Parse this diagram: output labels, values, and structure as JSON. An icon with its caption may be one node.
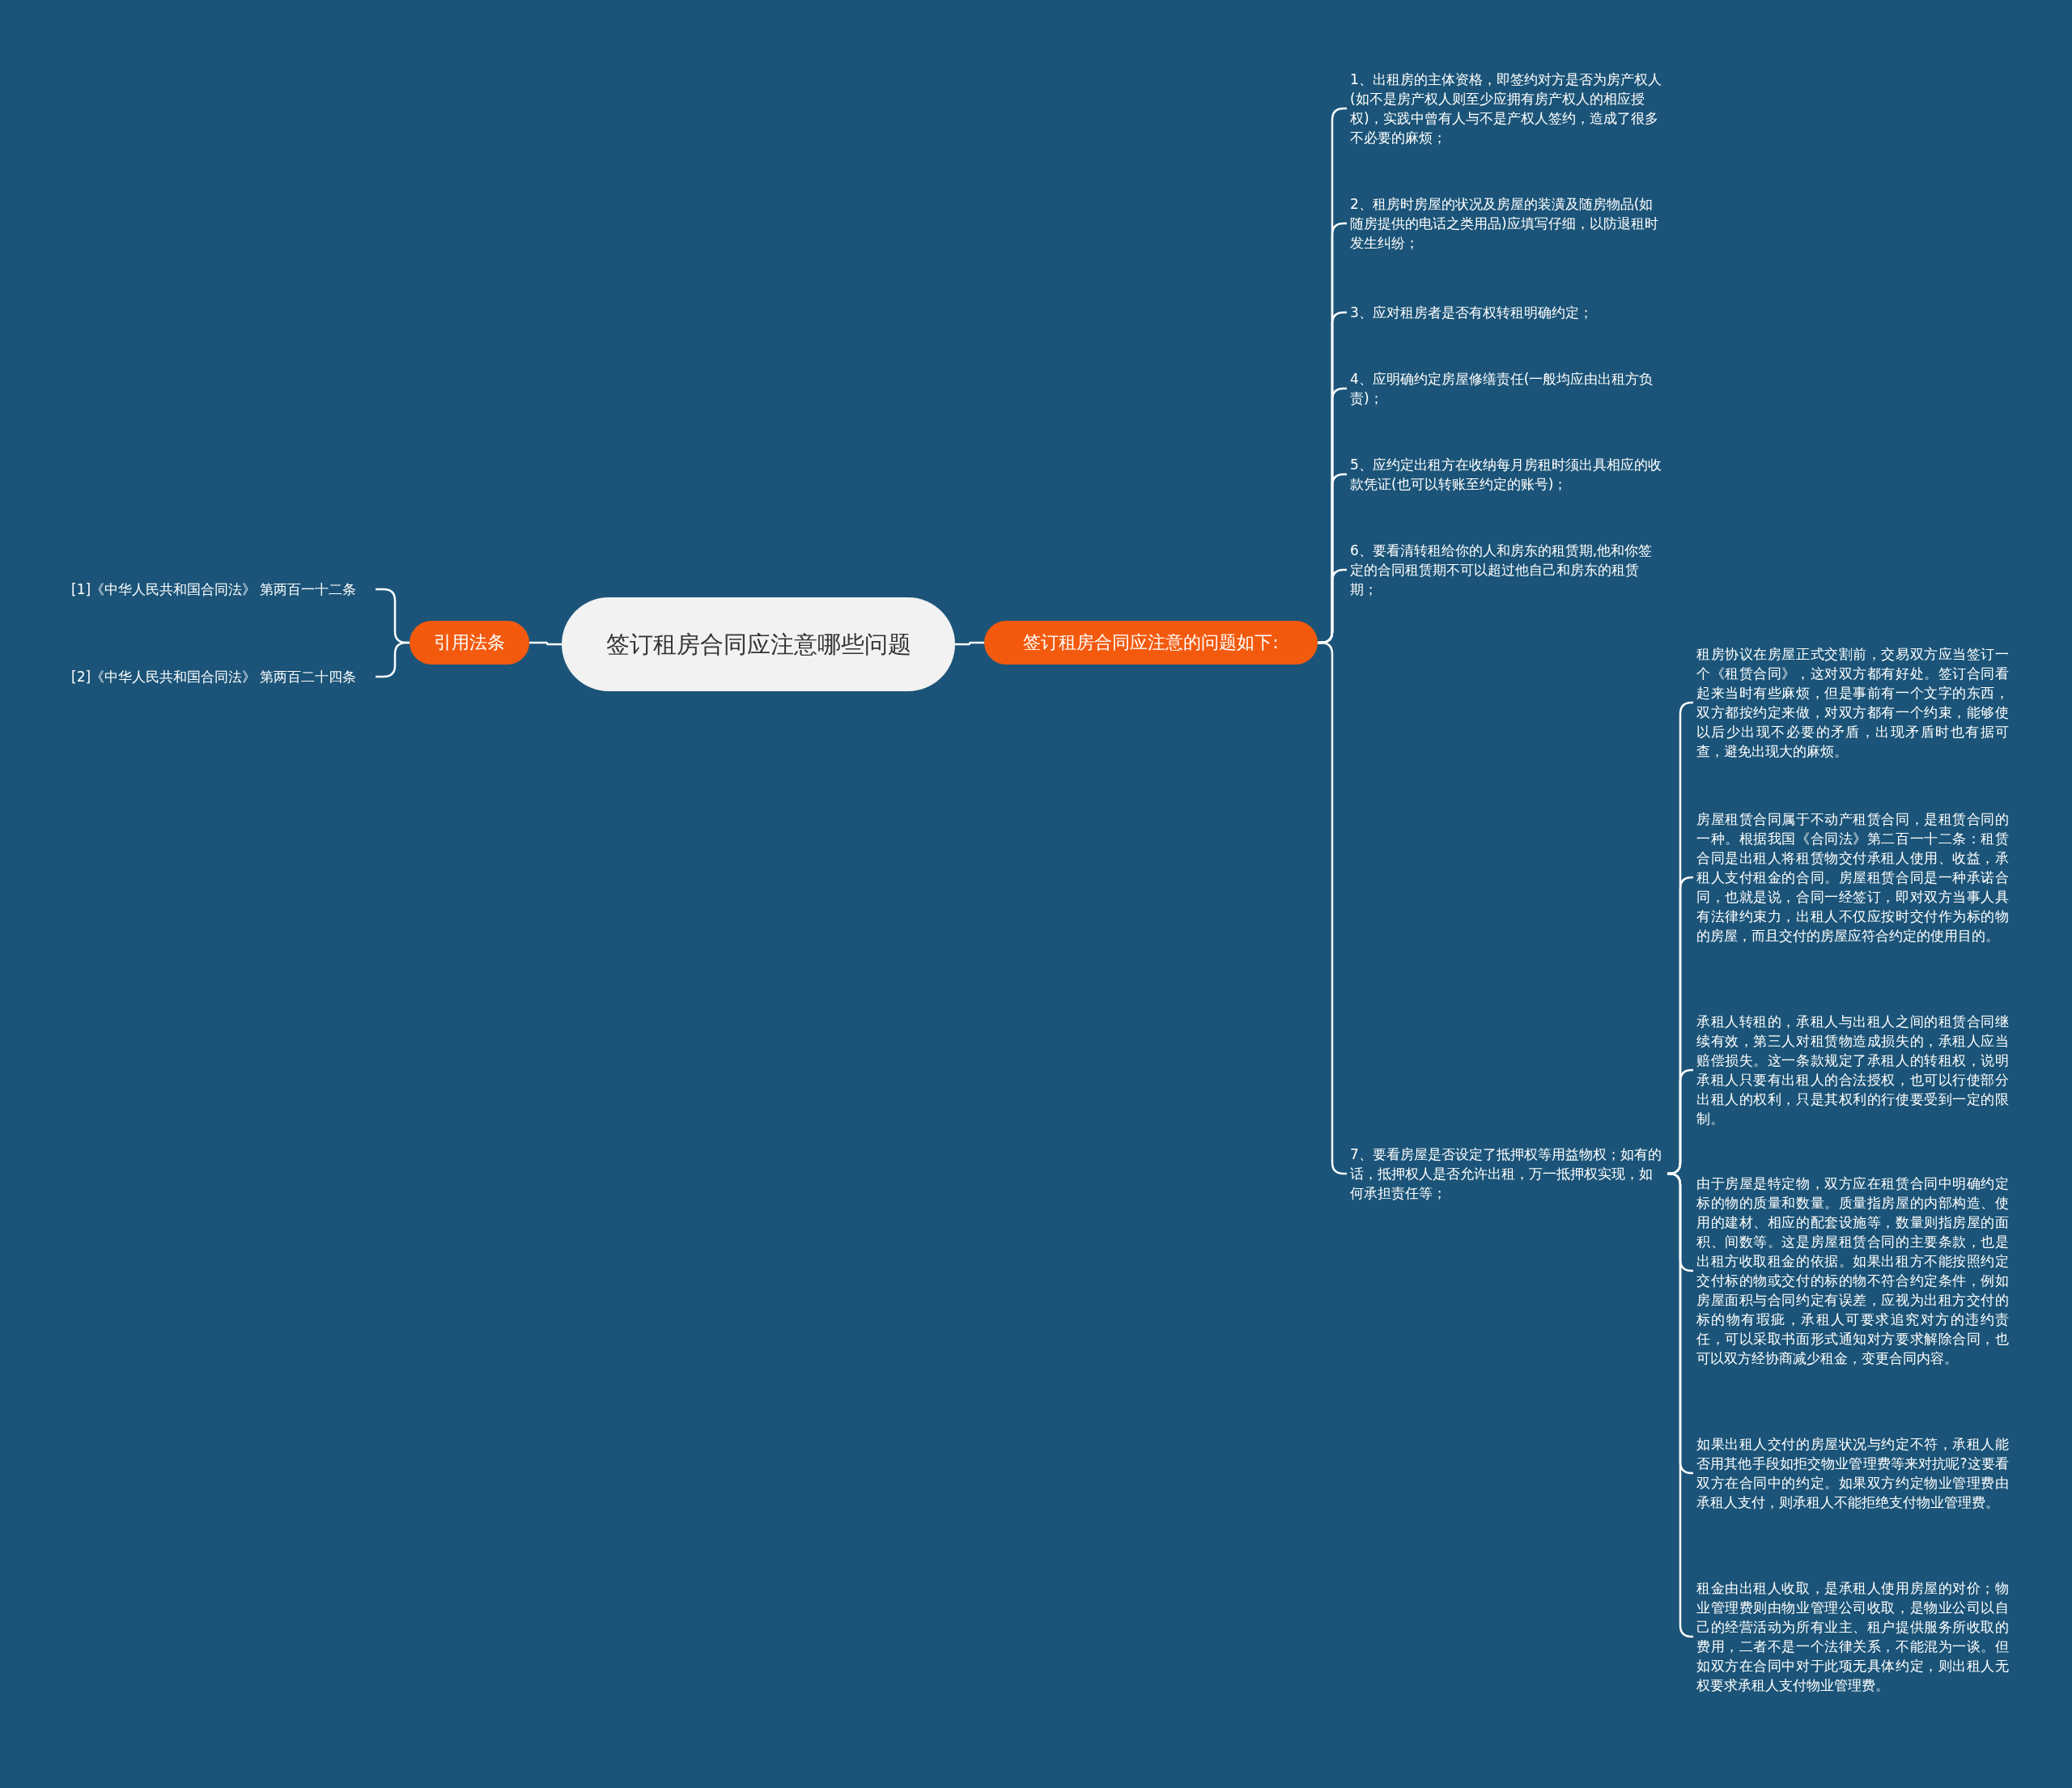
{
  "diagram": {
    "nodes": [
      {
        "text": [
          "签订租房合同应注意哪些问题"
        ]
      },
      {
        "text": [
          "签订租房合同应注意的问题如下:"
        ]
      },
      {
        "text": [
          "1、出租房的主体资格，即签约对方是否为房产权人(如不是房产权人则至少应拥有房产权人的相应授权)，实践中曾有人与不是产权人签约，造成了很多不必要的麻烦；"
        ]
      },
      {
        "text": [
          "2、租房时房屋的状况及房屋的装潢及随房物品(如随房提供的电话之类用品)应填写仔细，以防退租时发生纠纷；"
        ]
      },
      {
        "text": [
          "3、应对租房者是否有权转租明确约定；"
        ]
      },
      {
        "text": [
          "4、应明确约定房屋修缮责任(一般均应由出租方负责)；"
        ]
      },
      {
        "text": [
          "5、应约定出租方在收纳每月房租时须出具相应的收款凭证(也可以转账至约定的账号)；"
        ]
      },
      {
        "text": [
          "6、要看清转租给你的人和房东的租赁期,他和你签定的合同租赁期不可以超过他自己和房东的租赁期；"
        ]
      },
      {
        "text": [
          "7、要看房屋是否设定了抵押权等用益物权；如有的话，抵押权人是否允许出租，万一抵押权实现，如何承担责任等；"
        ]
      },
      {
        "text": [
          "租房协议在房屋正式交割前，交易双方应当签订一个《租赁合同》，这对双方都有好处。签订合同看起来当时有些麻烦，但是事前有一个文字的东西，双方都按约定来做，对双方都有一个约束，能够使以后少出现不必要的矛盾，出现矛盾时也有据可查，避免出现大的麻烦。"
        ]
      },
      {
        "text": [
          "房屋租赁合同属于不动产租赁合同，是租赁合同的一种。根据我国《合同法》第二百一十二条：租赁合同是出租人将租赁物交付承租人使用、收益，承租人支付租金的合同。房屋租赁合同是一种承诺合同，也就是说，合同一经签订，即对双方当事人具有法律约束力，出租人不仅应按时交付作为标的物的房屋，而且交付的房屋应符合约定的使用目的。"
        ]
      },
      {
        "text": [
          "承租人转租的，承租人与出租人之间的租赁合同继续有效，第三人对租赁物造成损失的，承租人应当赔偿损失。这一条款规定了承租人的转租权，说明承租人只要有出租人的合法授权，也可以行使部分出租人的权利，只是其权利的行使要受到一定的限制。"
        ]
      },
      {
        "text": [
          "由于房屋是特定物，双方应在租赁合同中明确约定标的物的质量和数量。质量指房屋的内部构造、使用的建材、相应的配套设施等，数量则指房屋的面积、间数等。这是房屋租赁合同的主要条款，也是出租方收取租金的依据。如果出租方不能按照约定交付标的物或交付的标的物不符合约定条件，例如房屋面积与合同约定有误差，应视为出租方交付的标的物有瑕疵，承租人可要求追究对方的违约责任，可以采取书面形式通知对方要求解除合同，也可以双方经协商减少租金，变更合同内容。"
        ]
      },
      {
        "text": [
          "如果出租人交付的房屋状况与约定不符，承租人能否用其他手段如拒交物业管理费等来对抗呢?这要看双方在合同中的约定。如果双方约定物业管理费由承租人支付，则承租人不能拒绝支付物业管理费。"
        ]
      },
      {
        "text": [
          "租金由出租人收取，是承租人使用房屋的对价；物业管理费则由物业管理公司收取，是物业公司以自己的经营活动为所有业主、租户提供服务所收取的费用，二者不是一个法律关系，不能混为一谈。但如双方在合同中对于此项无具体约定，则出租人无权要求承租人支付物业管理费。"
        ]
      },
      {
        "text": [
          "引用法条"
        ]
      },
      {
        "text": [
          "[1]《中华人民共和国合同法》 第两百一十二条"
        ]
      },
      {
        "text": [
          "[2]《中华人民共和国合同法》 第两百二十四条"
        ]
      }
    ],
    "edges": [
      {
        "from": 0,
        "to": 1,
        "arrow": "none"
      },
      {
        "from": 1,
        "to": 2,
        "arrow": "none"
      },
      {
        "from": 1,
        "to": 3,
        "arrow": "none"
      },
      {
        "from": 1,
        "to": 4,
        "arrow": "none"
      },
      {
        "from": 1,
        "to": 5,
        "arrow": "none"
      },
      {
        "from": 1,
        "to": 6,
        "arrow": "none"
      },
      {
        "from": 1,
        "to": 7,
        "arrow": "none"
      },
      {
        "from": 1,
        "to": 8,
        "arrow": "none"
      },
      {
        "from": 8,
        "to": 9,
        "arrow": "none"
      },
      {
        "from": 8,
        "to": 10,
        "arrow": "none"
      },
      {
        "from": 8,
        "to": 11,
        "arrow": "none"
      },
      {
        "from": 8,
        "to": 12,
        "arrow": "none"
      },
      {
        "from": 8,
        "to": 13,
        "arrow": "none"
      },
      {
        "from": 8,
        "to": 14,
        "arrow": "none"
      },
      {
        "from": 0,
        "to": 15,
        "arrow": "none"
      },
      {
        "from": 15,
        "to": 16,
        "arrow": "none"
      },
      {
        "from": 15,
        "to": 17,
        "arrow": "none"
      }
    ]
  }
}
